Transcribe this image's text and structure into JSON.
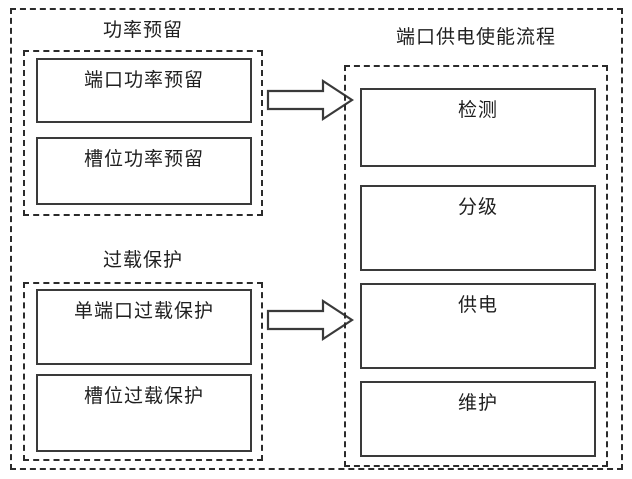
{
  "diagram": {
    "title": "端口供电使能流程",
    "groups": {
      "power_reserve": {
        "title": "功率预留",
        "items": [
          {
            "label": "端口功率预留"
          },
          {
            "label": "槽位功率预留"
          }
        ]
      },
      "overload_protection": {
        "title": "过载保护",
        "items": [
          {
            "label": "单端口过载保护"
          },
          {
            "label": "槽位过载保护"
          }
        ]
      },
      "poe_enable_flow": {
        "title": "端口供电使能流程",
        "steps": [
          {
            "label": "检测"
          },
          {
            "label": "分级"
          },
          {
            "label": "供电"
          },
          {
            "label": "维护"
          }
        ]
      }
    },
    "arrows": [
      {
        "name": "power-reserve-to-flow",
        "direction": "right"
      },
      {
        "name": "overload-protection-to-flow",
        "direction": "right"
      }
    ],
    "colors": {
      "background": "#ffffff",
      "box_border": "#3a3a3a",
      "dashed_border": "#2b2b2b",
      "text": "#1f1f1f"
    }
  }
}
